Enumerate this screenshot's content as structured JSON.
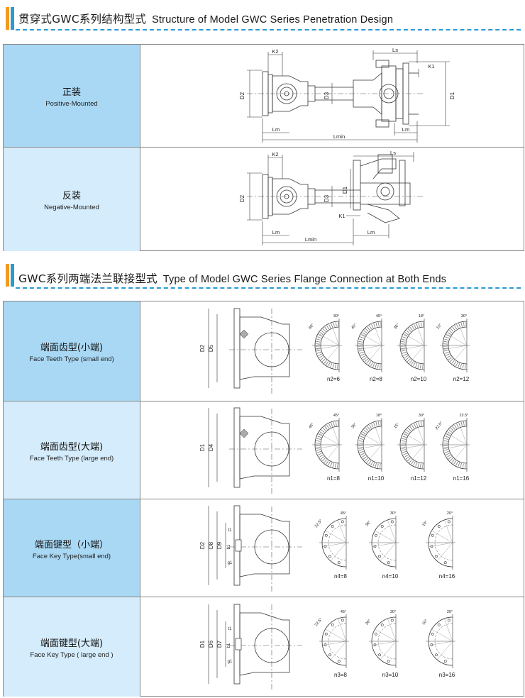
{
  "section1": {
    "title_cn": "贯穿式GWC系列结构型式",
    "title_en": "Structure of Model GWC Series Penetration Design",
    "rows": [
      {
        "cn": "正装",
        "en": "Positive-Mounted"
      },
      {
        "cn": "反装",
        "en": "Negative-Mounted"
      }
    ],
    "dims_positive": {
      "k2": "K2",
      "ls": "Ls",
      "k1": "K1",
      "d2": "D2",
      "d3": "D3",
      "d1": "D1",
      "lm_left": "Lm",
      "lmin": "Lmin",
      "lm_right": "Lm"
    },
    "dims_negative": {
      "k2": "K2",
      "ls": "Ls",
      "d2": "D2",
      "d3": "D3",
      "d1": "D1",
      "k1": "K1",
      "lm_left": "Lm",
      "lmin": "Lmin",
      "lm_right": "Lm"
    }
  },
  "section2": {
    "title_cn": "GWC系列两端法兰联接型式",
    "title_en": "Type of Model GWC Series Flange Connection at Both Ends",
    "rows": [
      {
        "cn": "端面齿型(小端)",
        "en": "Face Teeth Type (small end)",
        "dim_a": "D2",
        "dim_b": "D5",
        "variants": [
          {
            "caption": "n2=6",
            "angles": [
              "30°",
              "60°"
            ]
          },
          {
            "caption": "n2=8",
            "angles": [
              "45°",
              "45°"
            ]
          },
          {
            "caption": "n2=10",
            "angles": [
              "18°",
              "36°"
            ]
          },
          {
            "caption": "n2=12",
            "angles": [
              "30°",
              "15°"
            ]
          }
        ]
      },
      {
        "cn": "端面齿型(大端)",
        "en": "Face Teeth Type (large end)",
        "dim_a": "D1",
        "dim_b": "D4",
        "variants": [
          {
            "caption": "n1=8",
            "angles": [
              "45°",
              "45°"
            ]
          },
          {
            "caption": "n1=10",
            "angles": [
              "18°",
              "36°"
            ]
          },
          {
            "caption": "n1=12",
            "angles": [
              "30°",
              "15°"
            ]
          },
          {
            "caption": "n1=16",
            "angles": [
              "22.5°",
              "22.5°"
            ]
          }
        ]
      },
      {
        "cn": "端面键型（小端）",
        "en": "Face Key Type(small end)",
        "dim_a": "D2",
        "dim_b": "D8",
        "dim_c": "D9",
        "t1": "t1",
        "b1": "b1",
        "g1": "g1",
        "variants": [
          {
            "caption": "n4=8",
            "angles": [
              "45°",
              "22.5°"
            ]
          },
          {
            "caption": "n4=10",
            "angles": [
              "30°",
              "36°"
            ]
          },
          {
            "caption": "n4=16",
            "angles": [
              "20°",
              "10°"
            ]
          }
        ]
      },
      {
        "cn": "端面键型(大端)",
        "en": "Face Key Type ( large end )",
        "dim_a": "D1",
        "dim_b": "D6",
        "dim_c": "D7",
        "t1": "t1",
        "b1": "b1",
        "g1": "g1",
        "variants": [
          {
            "caption": "n3=8",
            "angles": [
              "45°",
              "22.5°"
            ]
          },
          {
            "caption": "n3=10",
            "angles": [
              "30°",
              "36°"
            ]
          },
          {
            "caption": "n3=16",
            "angles": [
              "20°",
              "10°"
            ]
          }
        ]
      }
    ]
  }
}
